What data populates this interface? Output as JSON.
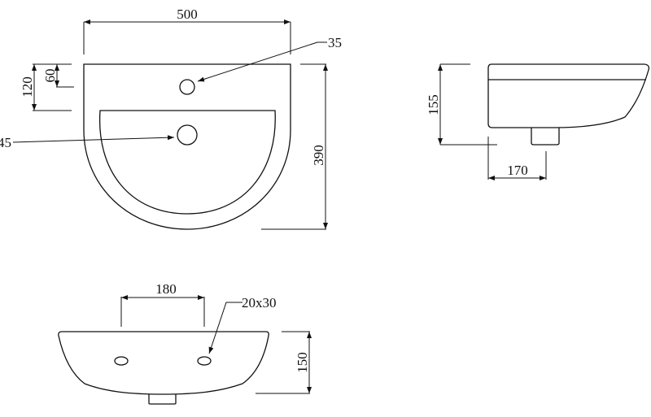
{
  "drawing": {
    "top_view": {
      "width_label": "500",
      "depth_label": "390",
      "tap_hole_label": "35",
      "waste_hole_label": "45",
      "tap_offset_label": "60",
      "deck_depth_label": "120"
    },
    "side_view": {
      "height_label": "155",
      "waste_offset_label": "170"
    },
    "front_view": {
      "fixing_centres_label": "180",
      "fixing_hole_label": "20x30",
      "height_label": "150"
    },
    "line_color": "#111111"
  }
}
